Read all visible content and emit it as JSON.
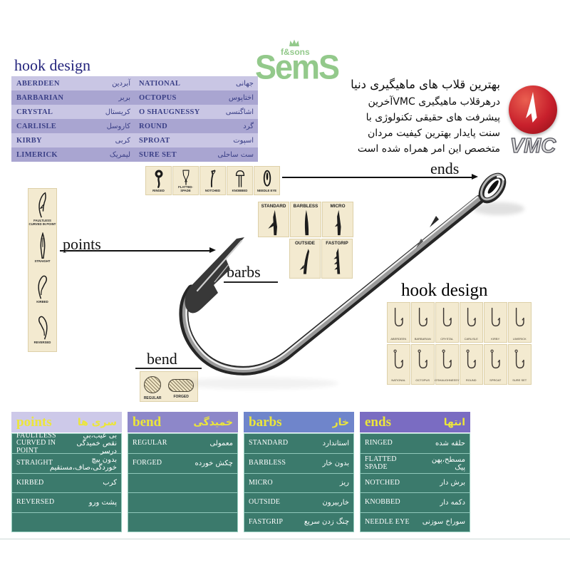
{
  "logo_sems": {
    "name": "SemS",
    "sub": "f&sons",
    "color": "#93c98b"
  },
  "logo_vmc": {
    "name": "VMC",
    "circle_color": "#c8202c"
  },
  "intro": {
    "lines": [
      "بهترین قلاب های ماهیگیری دنیا",
      "درهرقلاب ماهیگیری VMCآخرین",
      "پیشرفت های حقیقی تکنولوژی با",
      "سنت پایدار بهترین کیفیت مردان",
      "متخصص این امر همراه شده است"
    ]
  },
  "top_table": {
    "title": "hook design",
    "colors": {
      "row_light": "#c9c6e4",
      "row_dark": "#a9a5d1",
      "text": "#3a3f86"
    },
    "rows": [
      {
        "en1": "ABERDEEN",
        "fa1": "آبردین",
        "en2": "NATIONAL",
        "fa2": "جهانی"
      },
      {
        "en1": "BARBARIAN",
        "fa1": "بربر",
        "en2": "OCTOPUS",
        "fa2": "اختاپوس"
      },
      {
        "en1": "CRYSTAL",
        "fa1": "کریستال",
        "en2": "O SHAUGNESSY",
        "fa2": "اشاگنسی"
      },
      {
        "en1": "CARLISLE",
        "fa1": "کاروسل",
        "en2": "ROUND",
        "fa2": "گرد"
      },
      {
        "en1": "KIRBY",
        "fa1": "کربی",
        "en2": "SPROAT",
        "fa2": "اسپوت"
      },
      {
        "en1": "LIMERICK",
        "fa1": "لیمریک",
        "en2": "SURE SET",
        "fa2": "ست ساحلی"
      }
    ]
  },
  "diagram": {
    "ends": {
      "label": "ends",
      "items": [
        "RINGED",
        "FLATTED-SPADE",
        "NOTCHED",
        "KNOBBED",
        "NEEDLE EYE"
      ]
    },
    "points": {
      "label": "points",
      "items": [
        "FAULTLESS CURVED IN POINT",
        "STRAIGHT",
        "KIRBED",
        "REVERSED"
      ]
    },
    "barbs": {
      "label": "barbs",
      "row1": [
        "STANDARD",
        "BARBLESS",
        "MICRO"
      ],
      "row2": [
        "OUTSIDE",
        "FASTGRIP"
      ]
    },
    "bend": {
      "label": "bend",
      "items": [
        "REGULAR",
        "FORGED"
      ]
    },
    "hook_design": {
      "label": "hook design",
      "row1": [
        "ABERDEEN",
        "BARBARIAN",
        "CRYSTAL",
        "CARLISLE",
        "KIRBY",
        "LIMERICK"
      ],
      "row2": [
        "NATIONAL",
        "OCTOPUS",
        "O'SHAUGHNESSY",
        "ROUND",
        "SPROAT",
        "SURE SET"
      ]
    }
  },
  "bottom_table": {
    "colors": {
      "row_bg": "#3b7a6c",
      "header_text": "#ece63a",
      "row_text": "#ffffff",
      "points_header": "#cdc9e9",
      "bend_header": "#8d87c9",
      "barbs_header": "#6f85cb",
      "ends_header": "#7a6cc2"
    },
    "groups": [
      {
        "en": "points",
        "fa": "سری ها",
        "rows": [
          {
            "en": "FAULTLESS CURVED IN POINT",
            "fa": "بی عیب،بی نقص خمیدگی درسر"
          },
          {
            "en": "STRAIGHT",
            "fa": "بدون پیچ خوردگی،صاف،مستقیم"
          },
          {
            "en": "KIRBED",
            "fa": "کرب"
          },
          {
            "en": "REVERSED",
            "fa": "پشت ورو"
          },
          {
            "en": "",
            "fa": ""
          }
        ]
      },
      {
        "en": "bend",
        "fa": "خمیدگی",
        "rows": [
          {
            "en": "REGULAR",
            "fa": "معمولی"
          },
          {
            "en": "FORGED",
            "fa": "چکش خورده"
          },
          {
            "en": "",
            "fa": ""
          },
          {
            "en": "",
            "fa": ""
          },
          {
            "en": "",
            "fa": ""
          }
        ]
      },
      {
        "en": "barbs",
        "fa": "خار",
        "rows": [
          {
            "en": "STANDARD",
            "fa": "استاندارد"
          },
          {
            "en": "BARBLESS",
            "fa": "بدون خار"
          },
          {
            "en": "MICRO",
            "fa": "ریز"
          },
          {
            "en": "OUTSIDE",
            "fa": "خاربیرون"
          },
          {
            "en": "FASTGRIP",
            "fa": "چنگ زدن سریع"
          }
        ]
      },
      {
        "en": "ends",
        "fa": "انتها",
        "rows": [
          {
            "en": "RINGED",
            "fa": "حلقه شده"
          },
          {
            "en": "FLATTED SPADE",
            "fa": "مسطح،پهن پیک"
          },
          {
            "en": "NOTCHED",
            "fa": "برش دار"
          },
          {
            "en": "KNOBBED",
            "fa": "دکمه دار"
          },
          {
            "en": "NEEDLE EYE",
            "fa": "سوراخ سوزنی"
          }
        ]
      }
    ]
  }
}
